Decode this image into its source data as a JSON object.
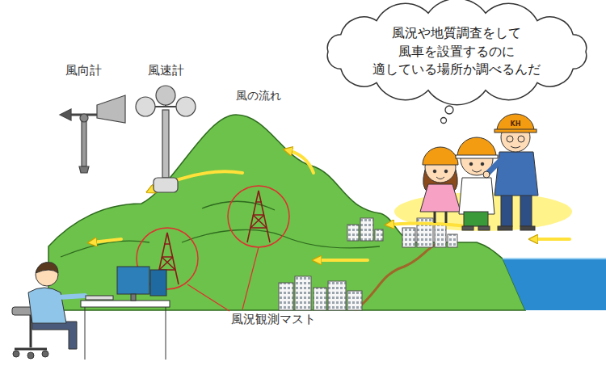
{
  "diagram": {
    "nodes": [
      {
        "text": [
          "風況や地質調査をして 風車を設置するのに 適している場所か調べるんだ"
        ]
      }
    ],
    "labels": [
      "風向計",
      "風速計",
      "風の流れ",
      "風況観測マスト",
      "KH"
    ]
  }
}
